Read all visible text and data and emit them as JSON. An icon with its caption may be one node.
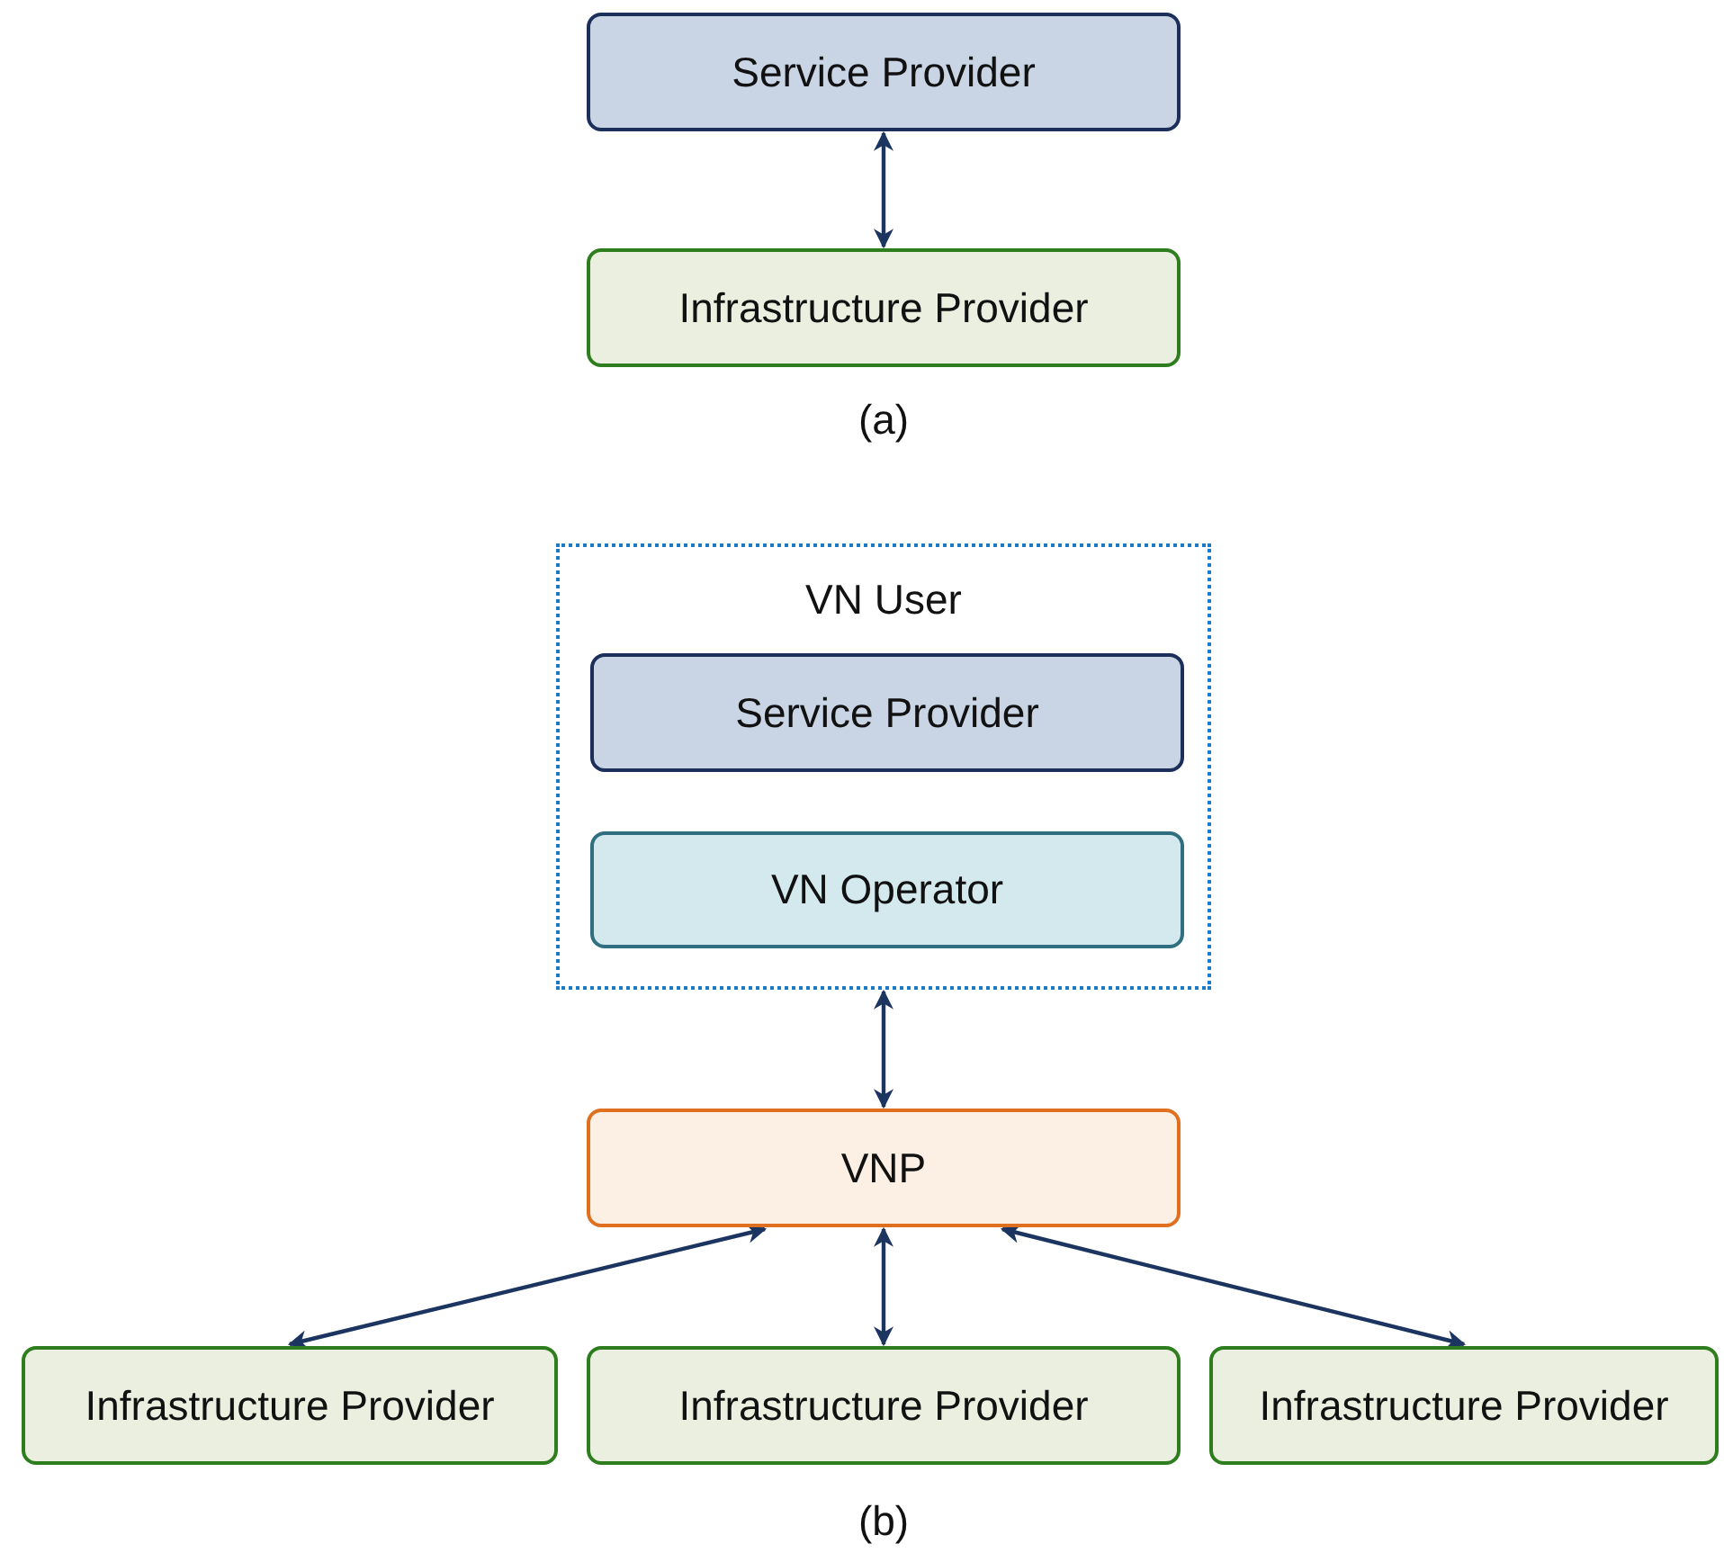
{
  "diagram": {
    "nodes": [
      {
        "text": [
          "Service Provider"
        ]
      },
      {
        "text": [
          "Infrastructure Provider"
        ]
      },
      {
        "text": [
          "VN User"
        ]
      },
      {
        "text": [
          "Service Provider"
        ],
        "in": 2
      },
      {
        "text": [
          "VN Operator"
        ],
        "in": 2
      },
      {
        "text": [
          "VNP"
        ]
      },
      {
        "text": [
          "Infrastructure Provider"
        ]
      },
      {
        "text": [
          "Infrastructure Provider"
        ]
      },
      {
        "text": [
          "Infrastructure Provider"
        ]
      }
    ],
    "edges": [
      {
        "from": 0,
        "to": 1,
        "arrow": "both"
      },
      {
        "from": 2,
        "to": 5,
        "arrow": "both"
      },
      {
        "from": 5,
        "to": 6,
        "arrow": "both"
      },
      {
        "from": 5,
        "to": 7,
        "arrow": "both"
      },
      {
        "from": 5,
        "to": 8,
        "arrow": "both"
      }
    ],
    "labels": [
      "(a)",
      "(b)"
    ]
  }
}
